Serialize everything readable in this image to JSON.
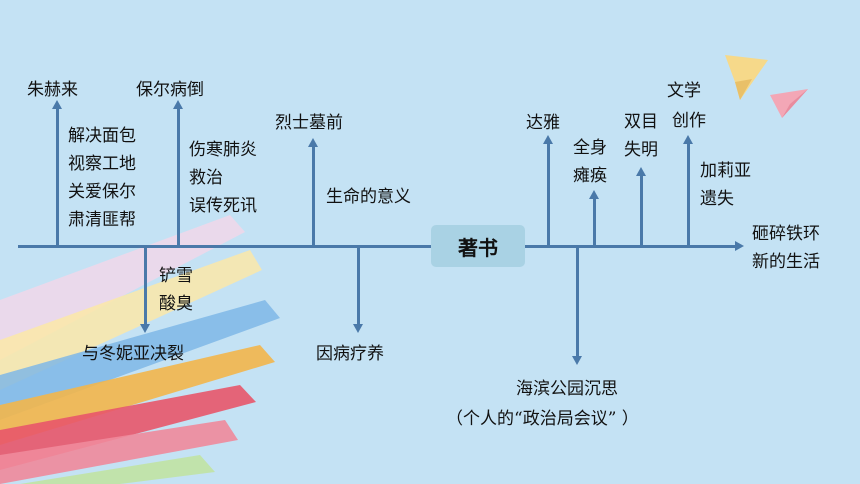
{
  "center": "著书",
  "top_left": {
    "b1_title": "朱赫来",
    "b1_detail": "解决面包\n视察工地\n关爱保尔\n肃清匪帮",
    "b2_title": "保尔病倒",
    "b2_detail": "伤寒肺炎\n救治\n误传死讯",
    "b3_title": "烈士墓前",
    "b3_detail": "生命的意义"
  },
  "bottom_left": {
    "b1_detail": "铲雪\n酸臭",
    "b1_title": "与冬妮亚决裂",
    "b2_title": "因病疗养"
  },
  "top_right": {
    "b1_title": "达雅",
    "b2_title": "全身\n瘫痪",
    "b3_title": "双目\n失明",
    "b4_title": "创作",
    "b4_top": "文学",
    "b4_detail": "加莉亚\n遗失"
  },
  "bottom_right": {
    "title": "海滨公园沉思",
    "subtitle": "（个人的“政治局会议” ）"
  },
  "end": "砸碎铁环\n新的生活"
}
